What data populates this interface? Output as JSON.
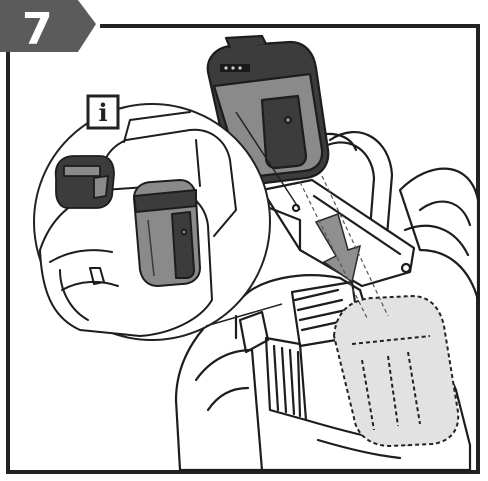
{
  "step": {
    "number": "7",
    "badge_color": "#5b5b5b"
  },
  "info_box": {
    "symbol": "i"
  },
  "colors": {
    "frame": "#222222",
    "battery_body": "#8a8a8a",
    "battery_dark": "#3c3c3c",
    "arrow": "#8f8f8f",
    "ghost_fill": "#e2e2e2"
  },
  "icons": [
    "step-badge",
    "info-icon",
    "insert-arrow",
    "battery",
    "backpack-blower"
  ]
}
